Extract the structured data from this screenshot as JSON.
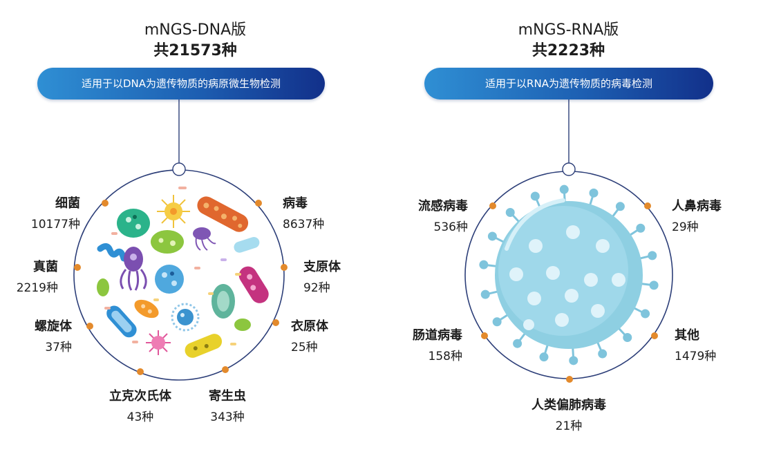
{
  "dna": {
    "title": "mNGS-DNA版",
    "total": "共21573种",
    "pill": "适用于以DNA为遗传物质的病原微生物检测",
    "categories": [
      {
        "name": "细菌",
        "count": "10177种"
      },
      {
        "name": "真菌",
        "count": "2219种"
      },
      {
        "name": "螺旋体",
        "count": "37种"
      },
      {
        "name": "立克次氏体",
        "count": "43种"
      },
      {
        "name": "寄生虫",
        "count": "343种"
      },
      {
        "name": "衣原体",
        "count": "25种"
      },
      {
        "name": "支原体",
        "count": "92种"
      },
      {
        "name": "病毒",
        "count": "8637种"
      }
    ]
  },
  "rna": {
    "title": "mNGS-RNA版",
    "total": "共2223种",
    "pill": "适用于以RNA为遗传物质的病毒检测",
    "categories": [
      {
        "name": "流感病毒",
        "count": "536种"
      },
      {
        "name": "肠道病毒",
        "count": "158种"
      },
      {
        "name": "人类偏肺病毒",
        "count": "21种"
      },
      {
        "name": "其他",
        "count": "1479种"
      },
      {
        "name": "人鼻病毒",
        "count": "29种"
      }
    ]
  },
  "colors": {
    "ring": "#2c3e78",
    "dot": "#e38a2c",
    "pill_start": "#2f8fd4",
    "pill_end": "#12308a",
    "virus_body": "#8ecfe2"
  }
}
